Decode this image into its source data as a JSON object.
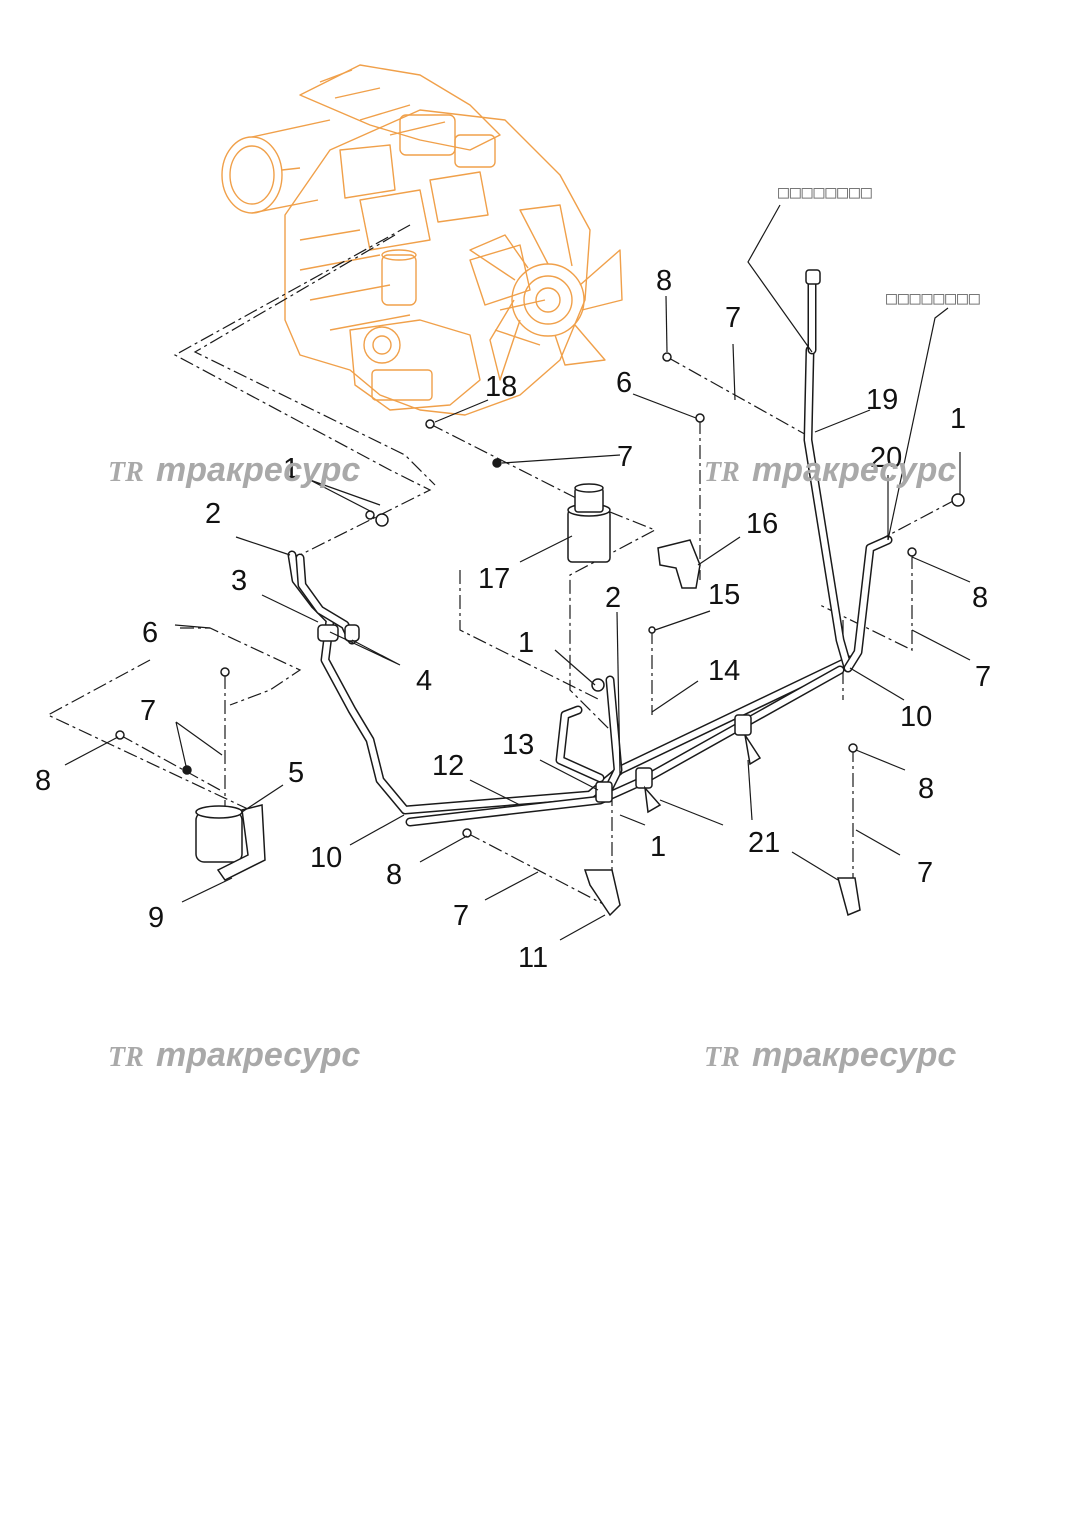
{
  "callouts": {
    "c1a": "1",
    "c1b": "1",
    "c1c": "1",
    "c1d": "1",
    "c2a": "2",
    "c2b": "2",
    "c3": "3",
    "c4": "4",
    "c5": "5",
    "c6a": "6",
    "c6b": "6",
    "c7a": "7",
    "c7b": "7",
    "c7c": "7",
    "c7d": "7",
    "c7e": "7",
    "c7f": "7",
    "c8a": "8",
    "c8b": "8",
    "c8c": "8",
    "c8d": "8",
    "c9": "9",
    "c10a": "10",
    "c10b": "10",
    "c11": "11",
    "c12": "12",
    "c13": "13",
    "c14": "14",
    "c15": "15",
    "c16": "16",
    "c17": "17",
    "c18": "18",
    "c19": "19",
    "c20": "20",
    "c21": "21"
  },
  "destination_labels": {
    "upper": "□□□□□□□□",
    "right": "□□□□□□□□"
  },
  "watermarks": [
    {
      "logo": "TR",
      "text": "тракресурс"
    },
    {
      "logo": "TR",
      "text": "тракресурс"
    },
    {
      "logo": "TR",
      "text": "тракресурс"
    },
    {
      "logo": "TR",
      "text": "тракресурс"
    }
  ],
  "colors": {
    "engine_outline": "#f0a04a",
    "watermark": "#a9a9a9",
    "line_art": "#1a1a1a"
  }
}
